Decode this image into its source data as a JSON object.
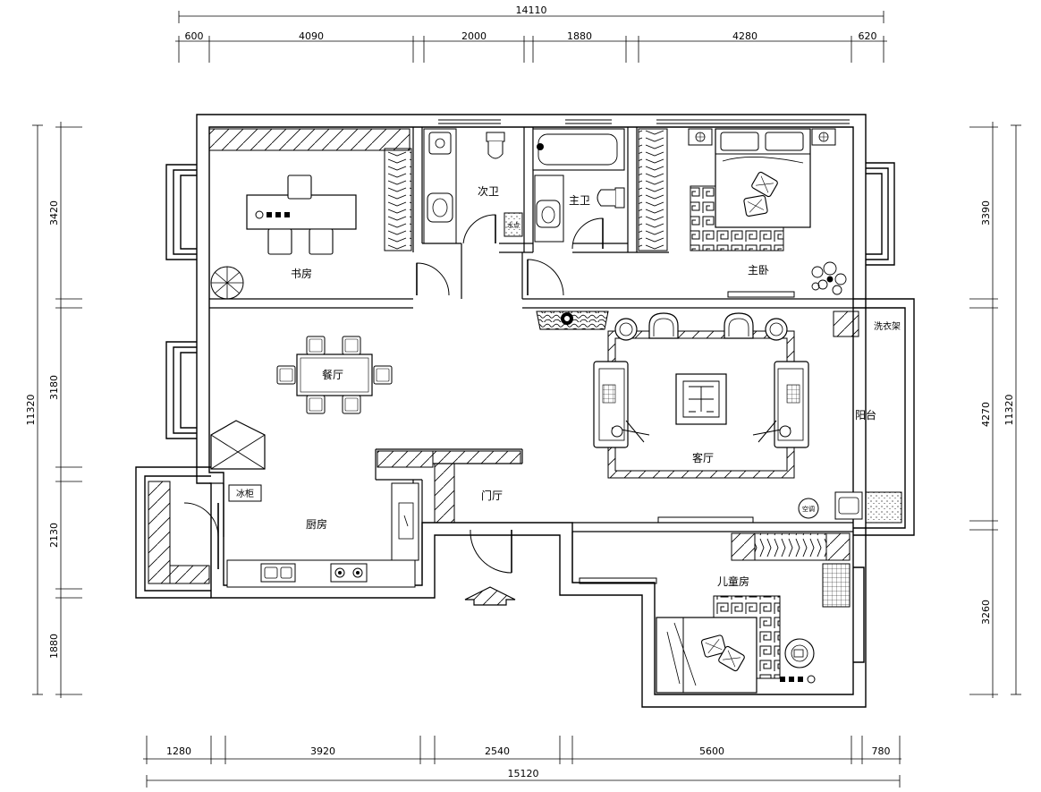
{
  "dimensions": {
    "top_total": "14110",
    "top": [
      "600",
      "4090",
      "2000",
      "1880",
      "4280",
      "620"
    ],
    "bottom": [
      "1280",
      "3920",
      "2540",
      "5600",
      "780"
    ],
    "bottom_total": "15120",
    "left_total": "11320",
    "left": [
      "3420",
      "3180",
      "2130",
      "1880"
    ],
    "right": [
      "3390",
      "4270",
      "3260"
    ],
    "right_total": "11320"
  },
  "rooms": {
    "study": "书房",
    "second_bath": "次卫",
    "master_bath": "主卫",
    "master_bedroom": "主卧",
    "dining": "餐厅",
    "living": "客厅",
    "balcony": "阳台",
    "kitchen": "厨房",
    "foyer": "门厅",
    "kids_room": "儿童房"
  },
  "labels": {
    "water_heater": "水点",
    "fridge": "冰柜",
    "laundry_rack": "洗衣架",
    "ac_unit": "空调"
  },
  "colors": {
    "line": "#000000",
    "background": "#ffffff"
  }
}
